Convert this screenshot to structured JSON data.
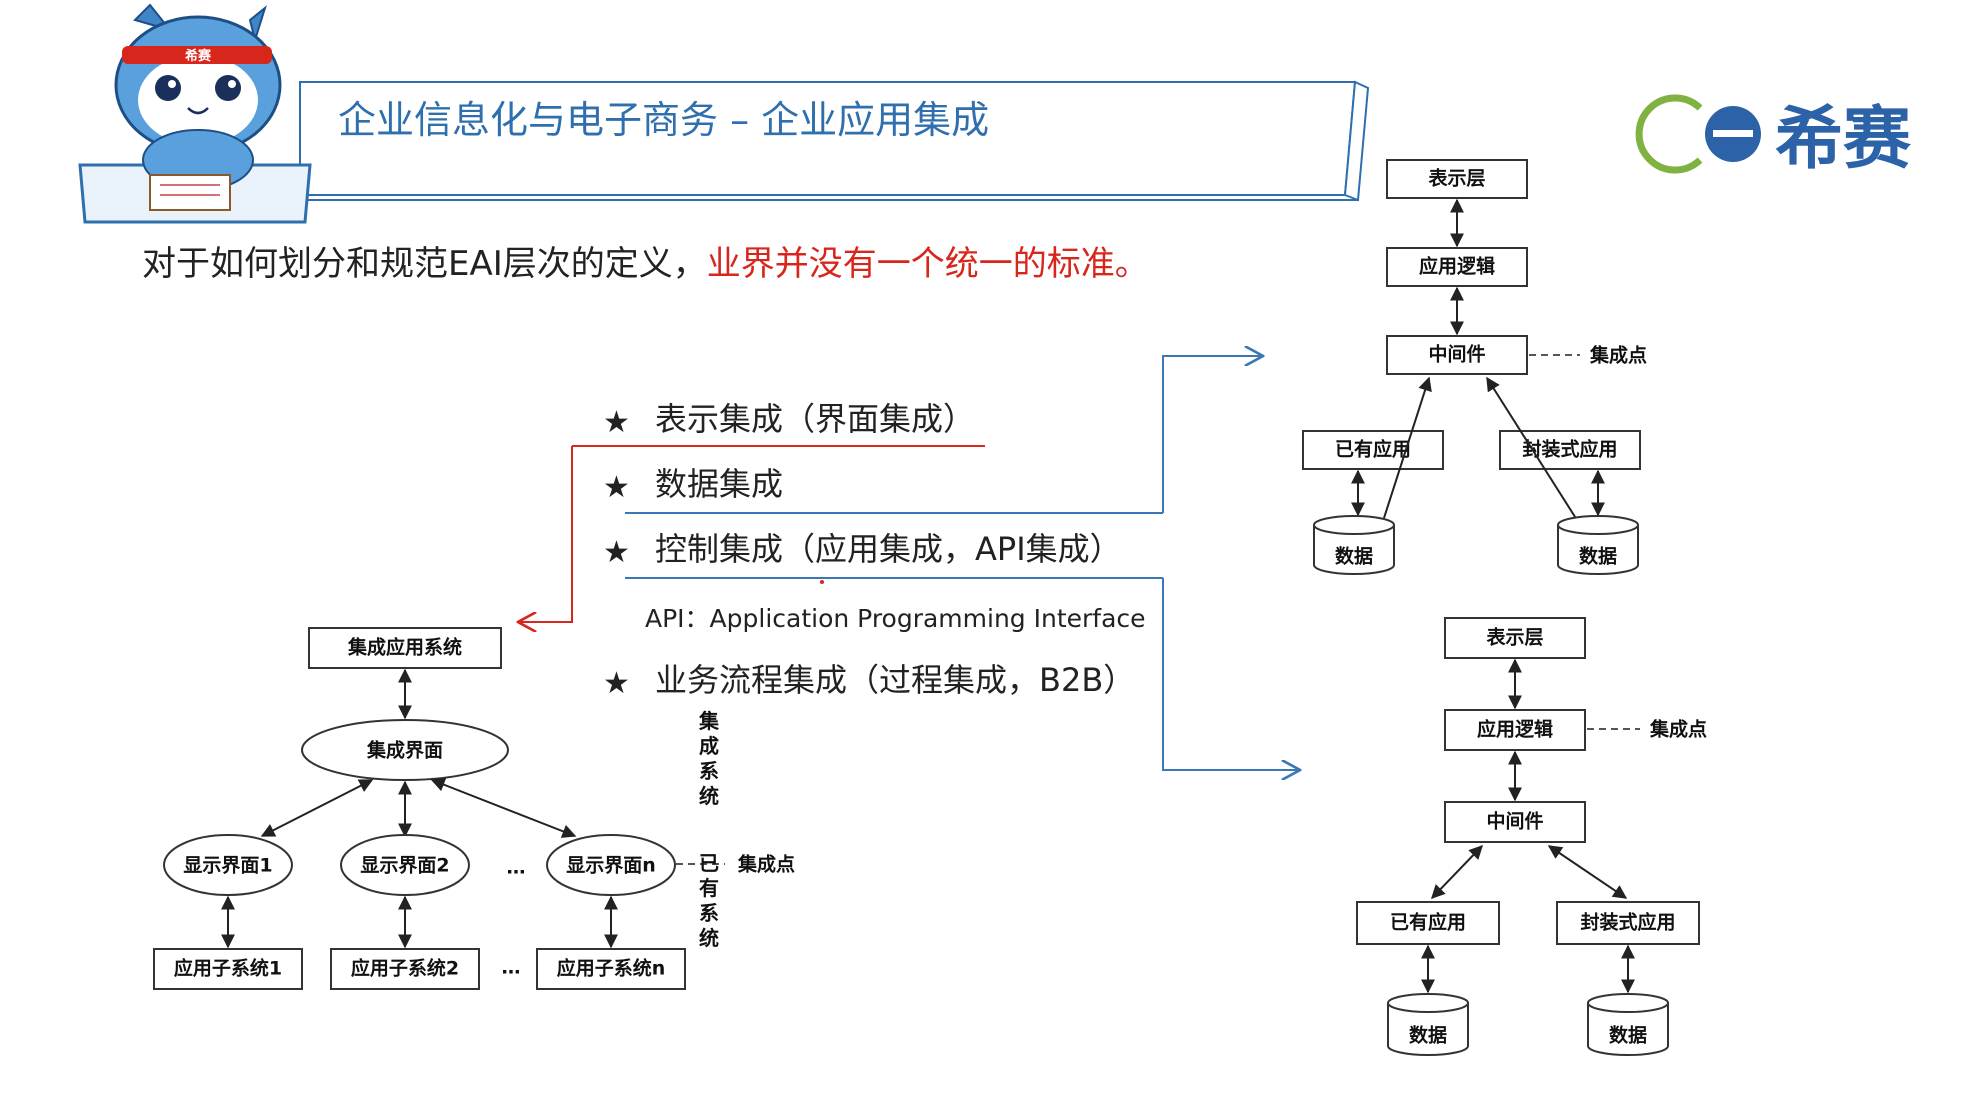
{
  "header": {
    "title": "企业信息化与电子商务 – 企业应用集成",
    "logo_text": "希赛",
    "mascot_band_text": "希赛"
  },
  "intro": {
    "text_black": "对于如何划分和规范EAI层次的定义，",
    "text_red": "业界并没有一个统一的标准。"
  },
  "integration_types": [
    {
      "star": "★",
      "label": "表示集成（界面集成）"
    },
    {
      "star": "★",
      "label": "数据集成"
    },
    {
      "star": "★",
      "label": "控制集成（应用集成，API集成）"
    },
    {
      "star": "",
      "label": "API：Application Programming Interface"
    },
    {
      "star": "★",
      "label": "业务流程集成（过程集成，B2B）"
    }
  ],
  "left_diagram": {
    "top_box": "集成应用系统",
    "ellipse_center": "集成界面",
    "display_nodes": [
      "显示界面1",
      "显示界面2",
      "显示界面n"
    ],
    "ellipsis": "…",
    "app_nodes": [
      "应用子系统1",
      "应用子系统2",
      "应用子系统n"
    ],
    "integration_point": "集成点",
    "vertical_label_top": "集成系统",
    "vertical_label_bottom": "已有系统"
  },
  "top_right_diagram": {
    "layers": [
      "表示层",
      "应用逻辑",
      "中间件"
    ],
    "integration_point": "集成点",
    "apps": [
      "已有应用",
      "封装式应用"
    ],
    "data": [
      "数据",
      "数据"
    ]
  },
  "bottom_right_diagram": {
    "layers": [
      "表示层",
      "应用逻辑",
      "中间件"
    ],
    "integration_point": "集成点",
    "apps": [
      "已有应用",
      "封装式应用"
    ],
    "data": [
      "数据",
      "数据"
    ]
  },
  "colors": {
    "title_blue": "#2f6fae",
    "accent_red": "#d7261c",
    "connector_blue": "#3a78b5",
    "logo_green": "#7fb241",
    "logo_blue": "#2c63a8"
  }
}
